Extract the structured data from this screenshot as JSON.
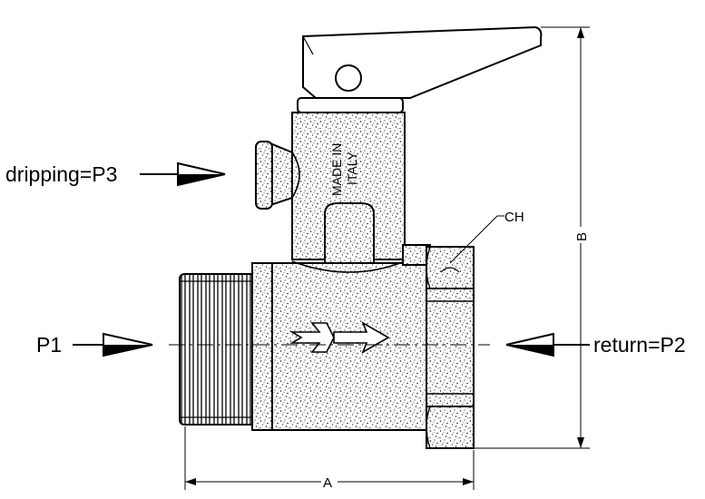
{
  "labels": {
    "dripping": "dripping=P3",
    "inlet": "P1",
    "return": "return=P2",
    "hex": "CH",
    "dim_width": "A",
    "dim_height": "B"
  },
  "stamp": {
    "line1": "MADE IN",
    "line2": "ITALY"
  }
}
